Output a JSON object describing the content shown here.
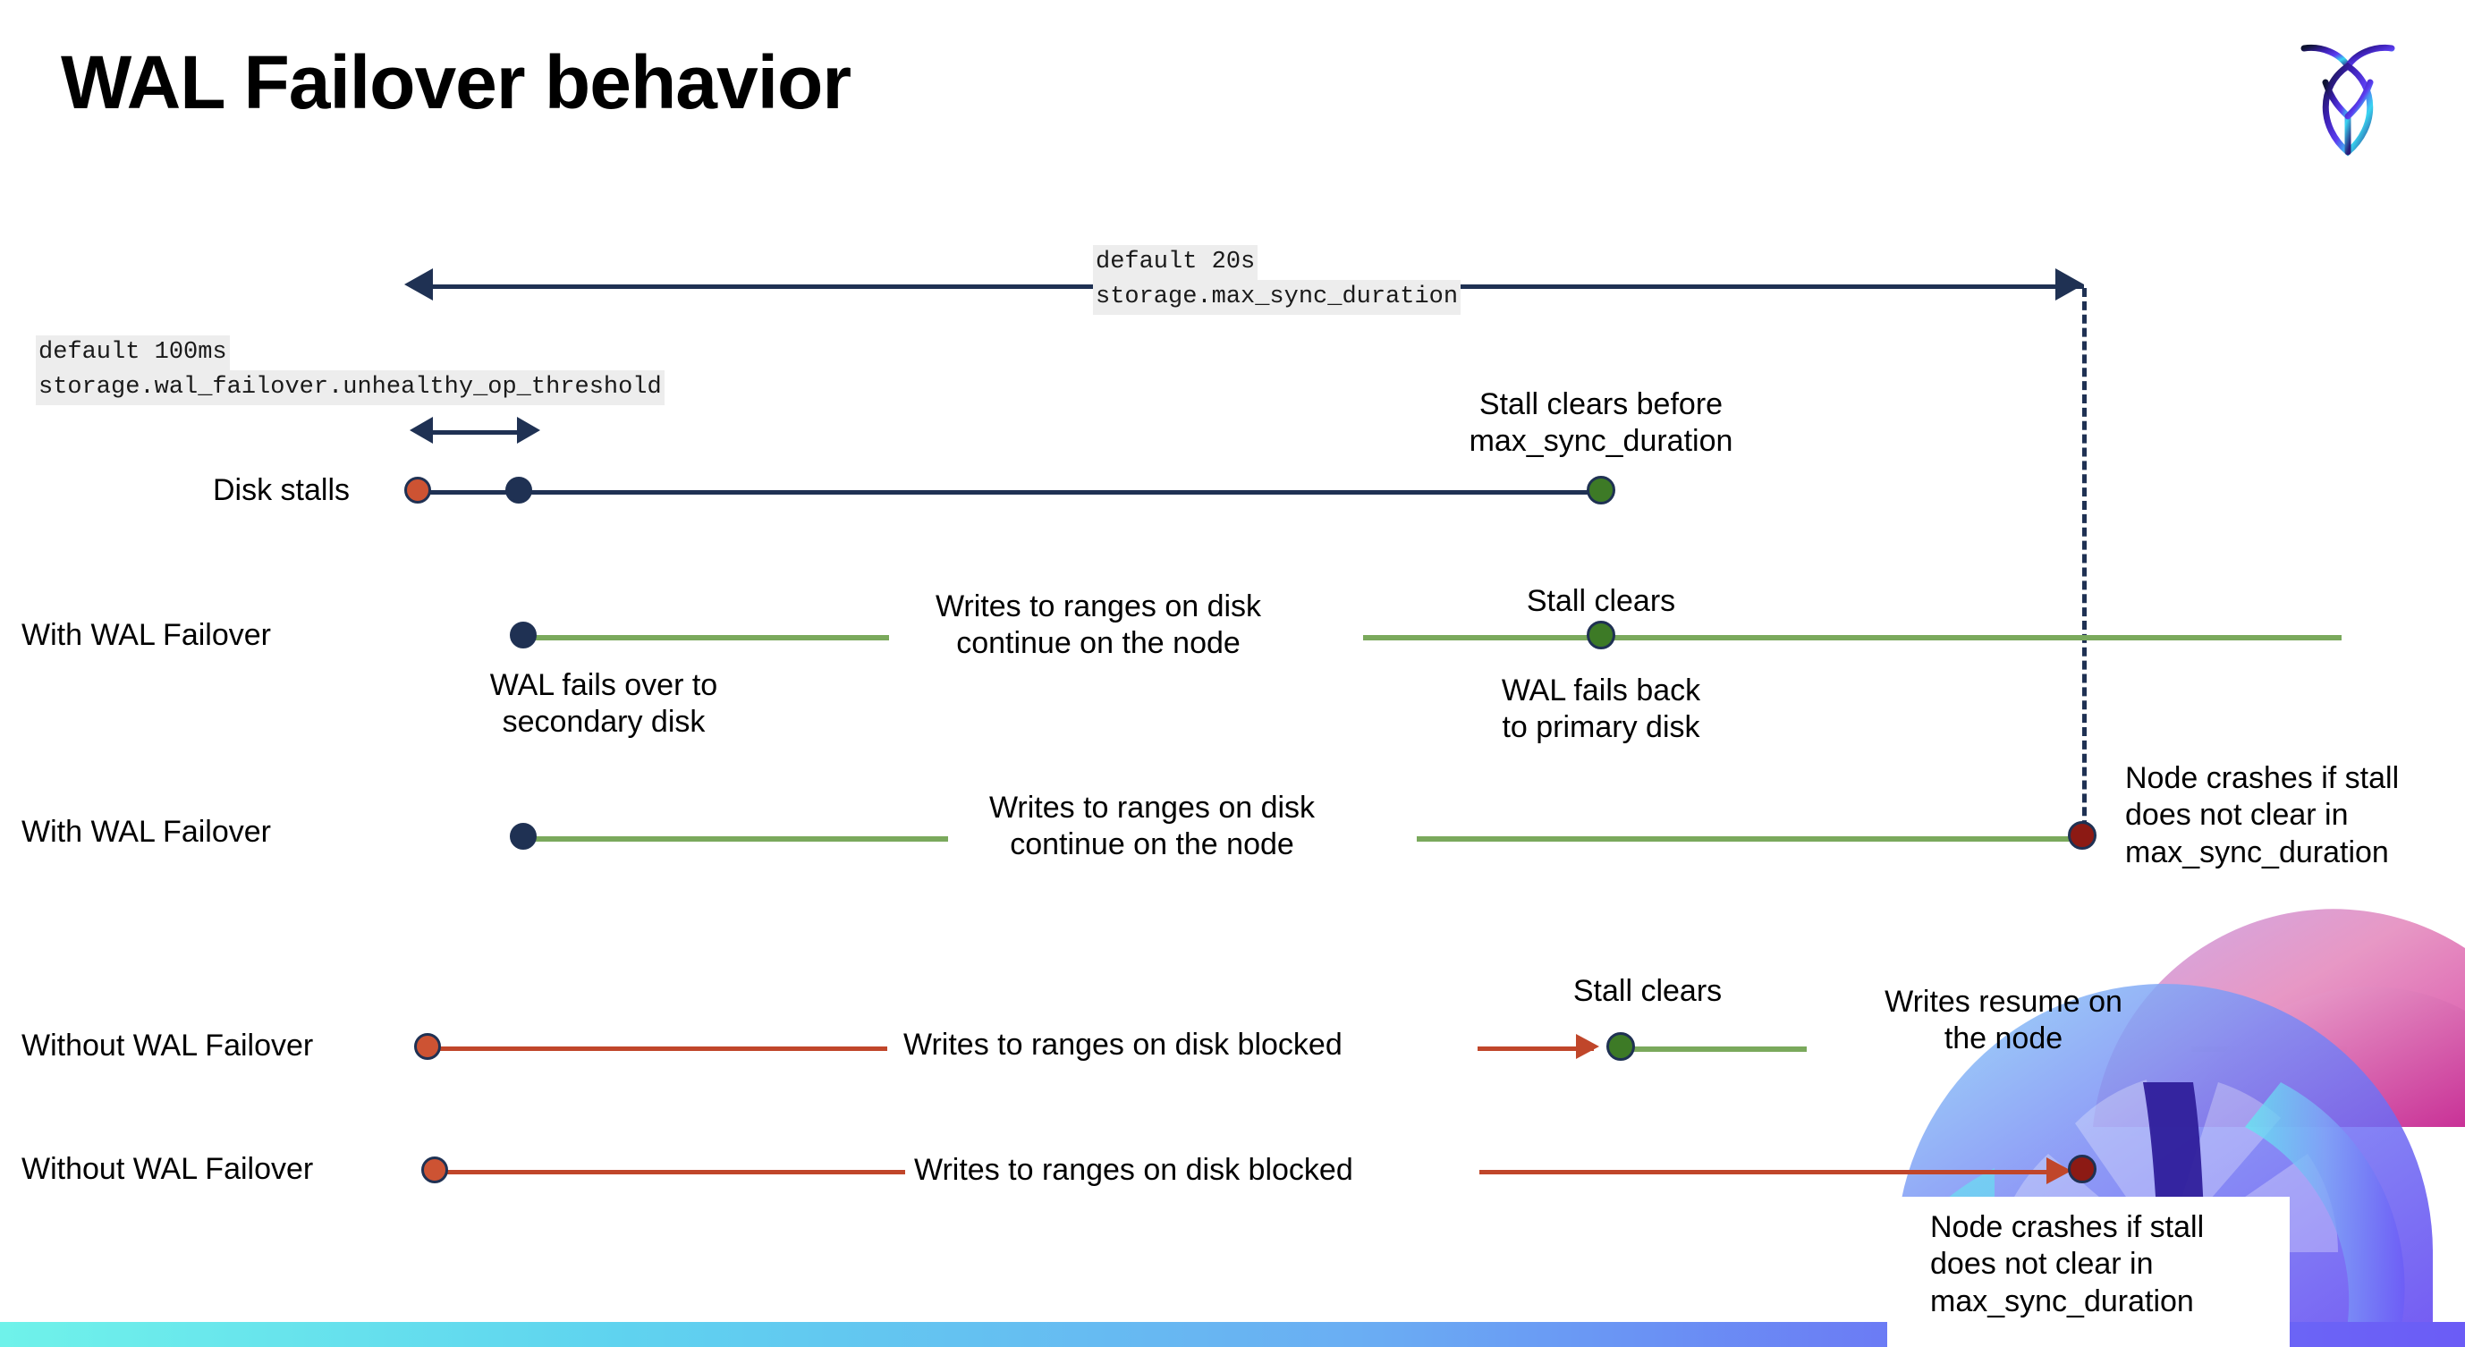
{
  "slide": {
    "title": "WAL Failover behavior",
    "logo_name": "cockroachdb-logo"
  },
  "annotations": {
    "max_sync": {
      "default": "default 20s",
      "setting": "storage.max_sync_duration"
    },
    "unhealthy_threshold": {
      "default": "default 100ms",
      "setting": "storage.wal_failover.unhealthy_op_threshold"
    }
  },
  "rows": [
    {
      "id": "disk-stalls",
      "label": "Disk stalls",
      "notes": [
        {
          "id": "stall-clears-before",
          "text": "Stall clears before\nmax_sync_duration"
        }
      ]
    },
    {
      "id": "with-wal-failover-1",
      "label": "With WAL Failover",
      "notes": [
        {
          "id": "writes-continue",
          "text": "Writes to ranges on disk\ncontinue on the node"
        },
        {
          "id": "stall-clears",
          "text": "Stall clears"
        },
        {
          "id": "wal-fails-over",
          "text": "WAL fails over to\nsecondary disk"
        },
        {
          "id": "wal-fails-back",
          "text": "WAL fails  back\nto primary disk"
        }
      ]
    },
    {
      "id": "with-wal-failover-2",
      "label": "With WAL Failover",
      "notes": [
        {
          "id": "writes-continue-2",
          "text": "Writes to ranges on disk\ncontinue on the node"
        },
        {
          "id": "node-crashes-1",
          "text": "Node crashes if stall\ndoes not clear in\nmax_sync_duration"
        }
      ]
    },
    {
      "id": "without-wal-failover-1",
      "label": "Without WAL Failover",
      "notes": [
        {
          "id": "writes-blocked-1",
          "text": "Writes to ranges on disk  blocked"
        },
        {
          "id": "stall-clears-2",
          "text": "Stall clears"
        },
        {
          "id": "writes-resume",
          "text": "Writes resume on\nthe node"
        }
      ]
    },
    {
      "id": "without-wal-failover-2",
      "label": "Without WAL Failover",
      "notes": [
        {
          "id": "writes-blocked-2",
          "text": "Writes to ranges on disk  blocked"
        },
        {
          "id": "node-crashes-2",
          "text": "Node crashes if stall\ndoes not clear in\nmax_sync_duration"
        }
      ]
    }
  ],
  "colors": {
    "navy": "#1f3153",
    "green_line": "#7aa95c",
    "green_dot": "#3d7a26",
    "orange_line": "#c0462a",
    "orange_dot": "#cd5333",
    "dark_red_dot": "#8c1a14",
    "mono_bg": "#ededed",
    "bar_start": "#6ff2ea",
    "bar_end": "#6b5cf6"
  }
}
